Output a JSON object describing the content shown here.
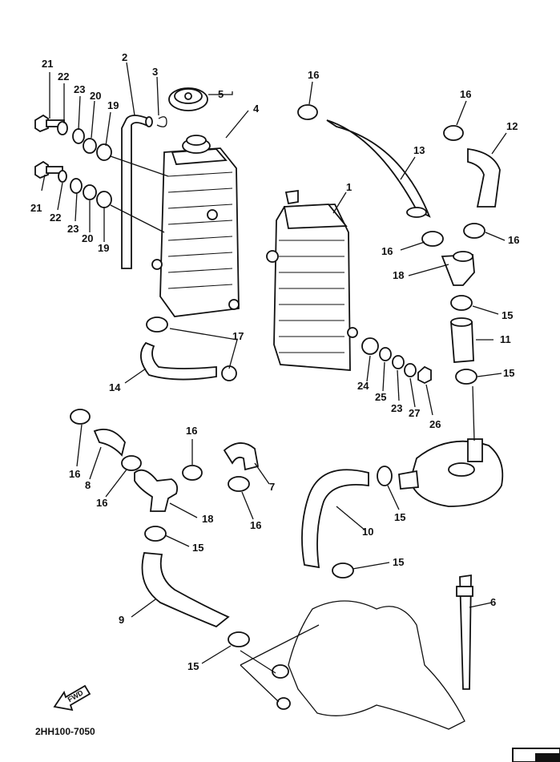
{
  "diagram": {
    "code": "2HH100-7050",
    "fwd_label": "FWD",
    "callouts": [
      "1",
      "2",
      "3",
      "4",
      "5",
      "6",
      "7",
      "8",
      "9",
      "10",
      "11",
      "12",
      "13",
      "14",
      "15",
      "16",
      "17",
      "18",
      "19",
      "20",
      "21",
      "22",
      "23",
      "24",
      "25",
      "26",
      "27"
    ]
  }
}
